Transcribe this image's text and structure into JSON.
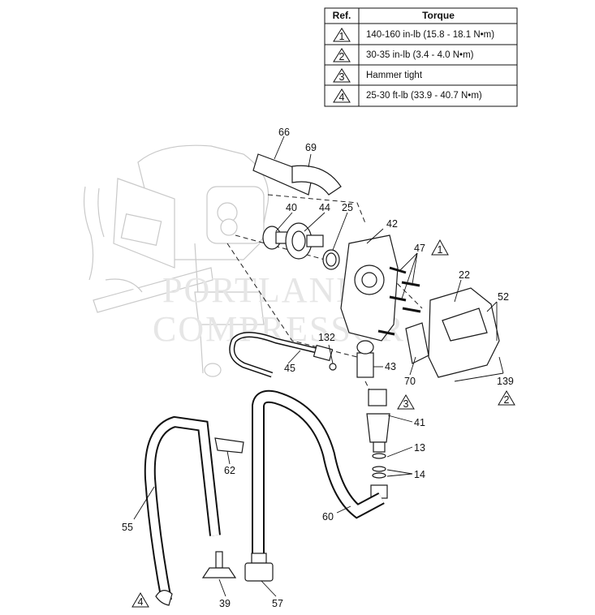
{
  "torque_table": {
    "headers": {
      "ref": "Ref.",
      "torque": "Torque"
    },
    "rows": [
      {
        "ref": "1",
        "value": "140-160 in-lb (15.8 - 18.1 N•m)"
      },
      {
        "ref": "2",
        "value": "30-35 in-lb (3.4 - 4.0 N•m)"
      },
      {
        "ref": "3",
        "value": "Hammer tight"
      },
      {
        "ref": "4",
        "value": "25-30 ft-lb (33.9 - 40.7 N•m)"
      }
    ]
  },
  "watermark": {
    "line1": "PORTLAND",
    "line2": "COMPRESSOR"
  },
  "part_labels": {
    "p66": "66",
    "p69": "69",
    "p40": "40",
    "p44": "44",
    "p25": "25",
    "p42": "42",
    "p47": "47",
    "p22": "22",
    "p52": "52",
    "p132": "132",
    "p45": "45",
    "p43": "43",
    "p70": "70",
    "p139": "139",
    "p41": "41",
    "p13": "13",
    "p14": "14",
    "p62": "62",
    "p55": "55",
    "p60": "60",
    "p39": "39",
    "p57": "57"
  },
  "torque_refs": {
    "r47": "1",
    "r139": "2",
    "r41": "3",
    "r55": "4"
  }
}
